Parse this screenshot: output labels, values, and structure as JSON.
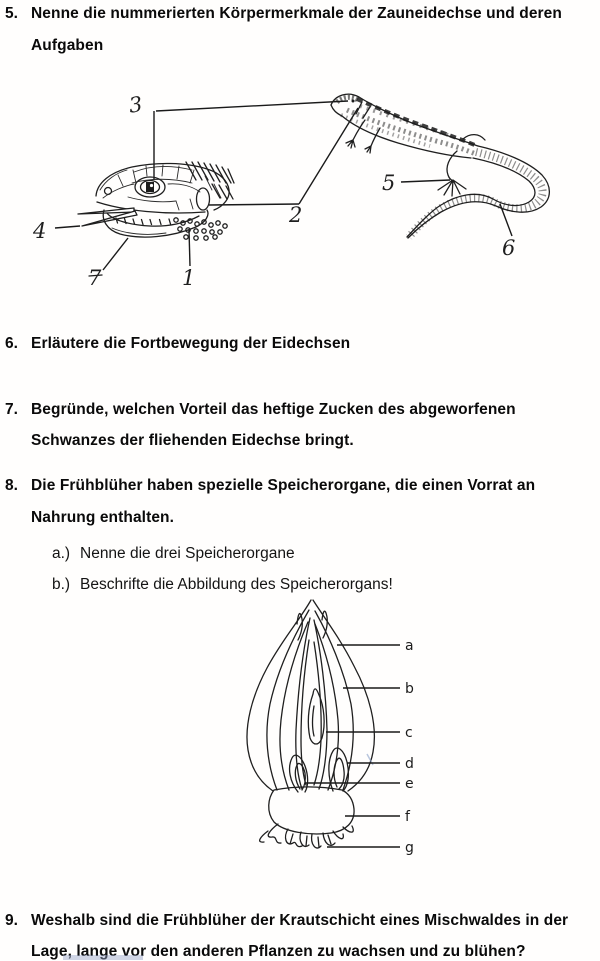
{
  "document": {
    "language": "de",
    "questions": {
      "q5": {
        "number": "5.",
        "line1": "Nenne die nummerierten Körpermerkmale der Zauneidechse und deren",
        "line2": "Aufgaben"
      },
      "q6": {
        "number": "6.",
        "line1": "Erläutere die Fortbewegung der Eidechsen"
      },
      "q7": {
        "number": "7.",
        "line1": "Begründe, welchen Vorteil das heftige Zucken des abgeworfenen",
        "line2": "Schwanzes der fliehenden Eidechse bringt."
      },
      "q8": {
        "number": "8.",
        "line1": "Die Frühblüher haben spezielle Speicherorgane, die einen Vorrat an",
        "line2": "Nahrung enthalten.",
        "sub_a_label": "a.)",
        "sub_a_text": "Nenne die drei Speicherorgane",
        "sub_b_label": "b.)",
        "sub_b_text": "Beschrifte die Abbildung des Speicherorgans!"
      },
      "q9": {
        "number": "9.",
        "line1": "Weshalb sind die Frühblüher der Krautschicht eines Mischwaldes in der",
        "line2": "Lage, lange vor den anderen Pflanzen zu wachsen und zu blühen?"
      }
    },
    "lizard_figure": {
      "description": "Zauneidechse: Kopf-Detail und Gesamtansicht",
      "labels": {
        "n1": "1",
        "n2": "2",
        "n3": "3",
        "n4": "4",
        "n5": "5",
        "n6": "6",
        "n7": "7"
      }
    },
    "bulb_figure": {
      "description": "Längsschnitt Zwiebel (Speicherorgan)",
      "labels": {
        "a": "a",
        "b": "b",
        "c": "c",
        "d": "d",
        "e": "e",
        "f": "f",
        "g": "g"
      }
    },
    "colors": {
      "ink": "#1f1f1f",
      "paper": "#fffefd",
      "pen_blue": "#8aa0c8"
    }
  }
}
